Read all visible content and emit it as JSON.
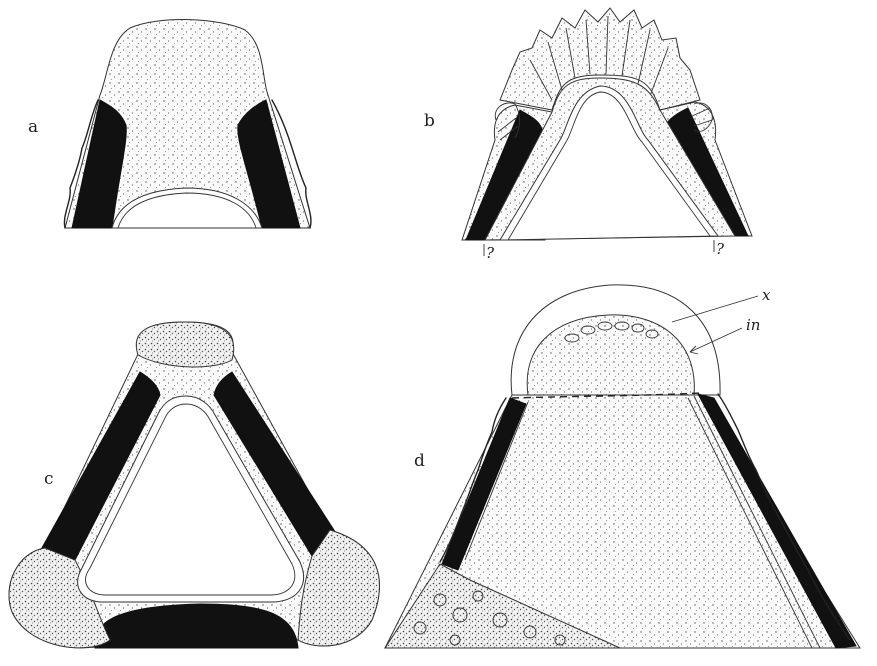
{
  "figure": {
    "panels": [
      {
        "id": "a",
        "label": "a"
      },
      {
        "id": "b",
        "label": "b",
        "markers": [
          "?",
          "?"
        ]
      },
      {
        "id": "c",
        "label": "c"
      },
      {
        "id": "d",
        "label": "d",
        "annotations": [
          "x",
          "in"
        ]
      }
    ]
  }
}
